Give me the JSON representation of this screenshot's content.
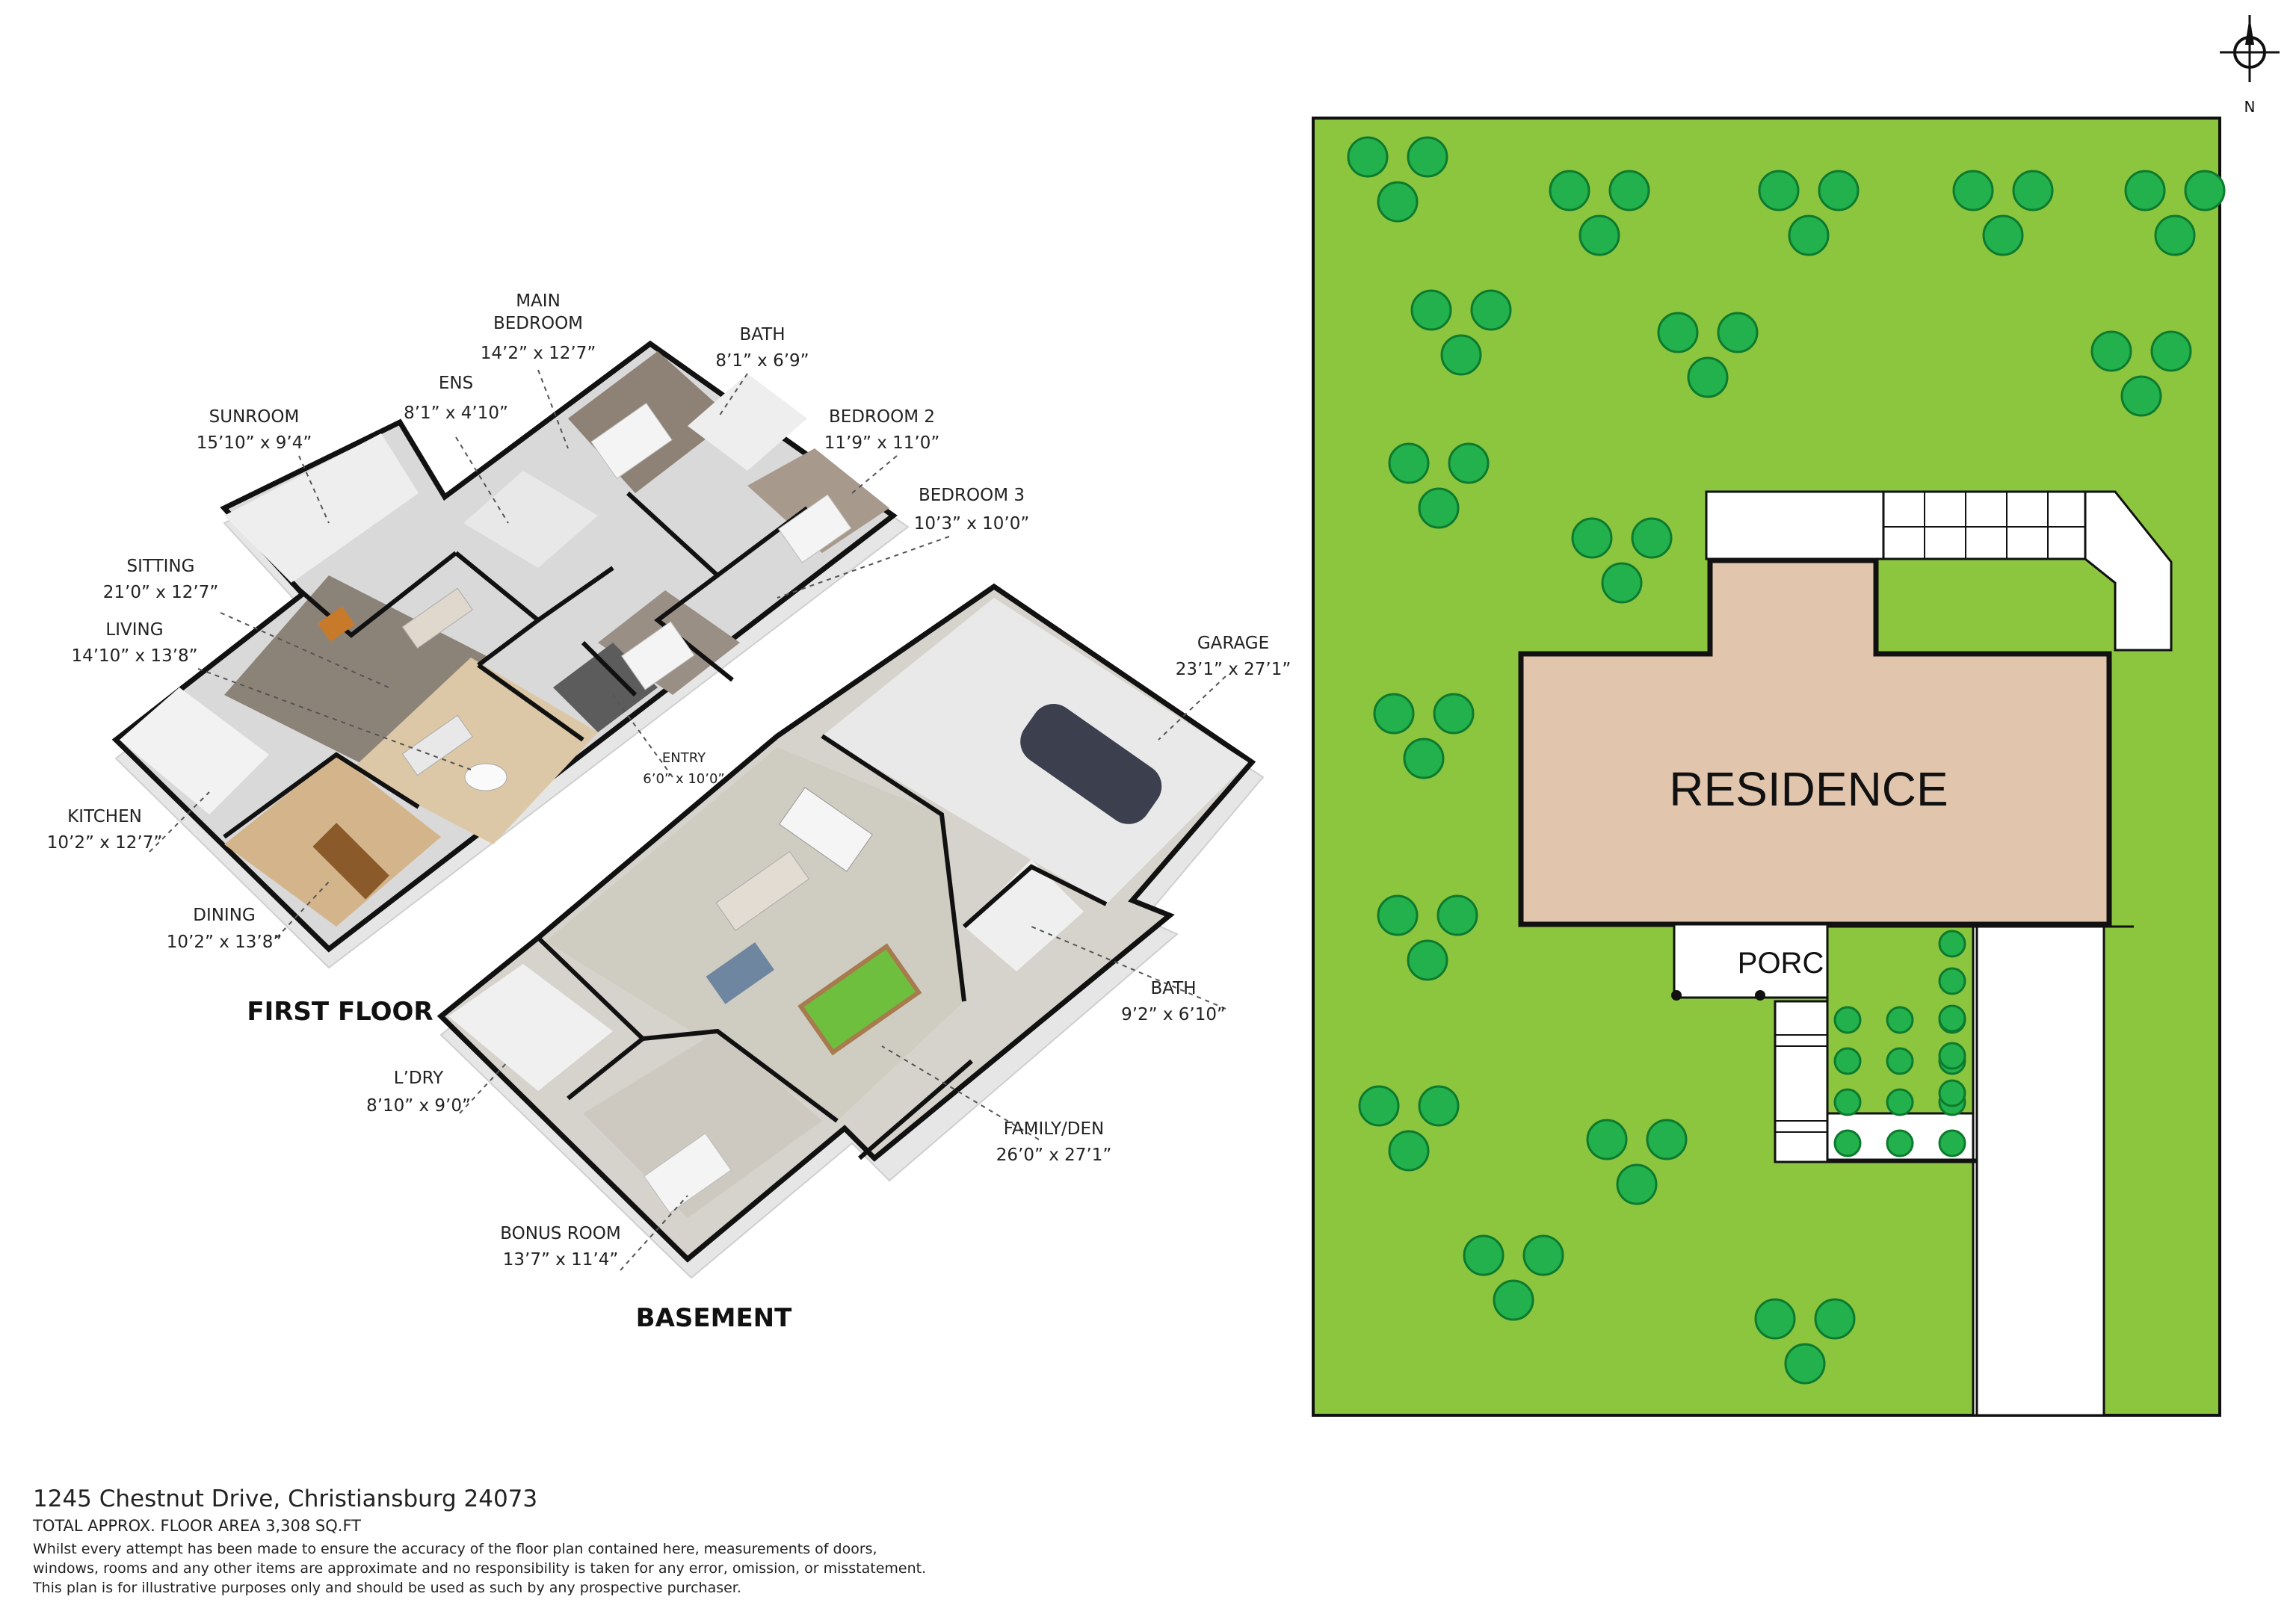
{
  "first_floor": {
    "title": "FIRST FLOOR",
    "rooms": [
      {
        "name": [
          "MAIN",
          "BEDROOM"
        ],
        "size": "14’2” x 12’7”"
      },
      {
        "name": [
          "BATH"
        ],
        "size": "8’1” x 6’9”"
      },
      {
        "name": [
          "ENS"
        ],
        "size": "8’1” x 4’10”"
      },
      {
        "name": [
          "SUNROOM"
        ],
        "size": "15’10” x 9’4”"
      },
      {
        "name": [
          "BEDROOM 2"
        ],
        "size": "11’9” x 11’0”"
      },
      {
        "name": [
          "BEDROOM 3"
        ],
        "size": "10’3” x 10’0”"
      },
      {
        "name": [
          "SITTING"
        ],
        "size": "21’0” x 12’7”"
      },
      {
        "name": [
          "LIVING"
        ],
        "size": "14’10” x 13’8”"
      },
      {
        "name": [
          "KITCHEN"
        ],
        "size": "10’2” x 12’7”"
      },
      {
        "name": [
          "DINING"
        ],
        "size": "10’2” x 13’8”"
      },
      {
        "name": [
          "ENTRY"
        ],
        "size": "6’0” x 10’0”"
      }
    ]
  },
  "basement": {
    "title": "BASEMENT",
    "rooms": [
      {
        "name": [
          "GARAGE"
        ],
        "size": "23’1” x 27’1”"
      },
      {
        "name": [
          "BATH"
        ],
        "size": "9’2” x 6’10”"
      },
      {
        "name": [
          "FAMILY/DEN"
        ],
        "size": "26’0” x 27’1”"
      },
      {
        "name": [
          "L’DRY"
        ],
        "size": "8’10” x 9’0”"
      },
      {
        "name": [
          "BONUS ROOM"
        ],
        "size": "13’7” x 11’4”"
      }
    ]
  },
  "site_plan": {
    "residence_label": "RESIDENCE",
    "porch_label": "PORCH",
    "compass_label": "N",
    "colors": {
      "grass": "#8cc63f",
      "residence": "#e2c5ad",
      "tree": "#22b14c"
    }
  },
  "footer": {
    "address": "1245 Chestnut Drive, Christiansburg 24073",
    "total_area": "TOTAL APPROX. FLOOR AREA 3,308 SQ.FT",
    "disclaimer": [
      "Whilst every attempt has been made to ensure the accuracy of the floor plan contained here, measurements of doors,",
      "windows, rooms and any other items are approximate and no responsibility is taken for any error, omission, or misstatement.",
      "This plan is for illustrative purposes only and should be used as such by any prospective purchaser."
    ]
  }
}
